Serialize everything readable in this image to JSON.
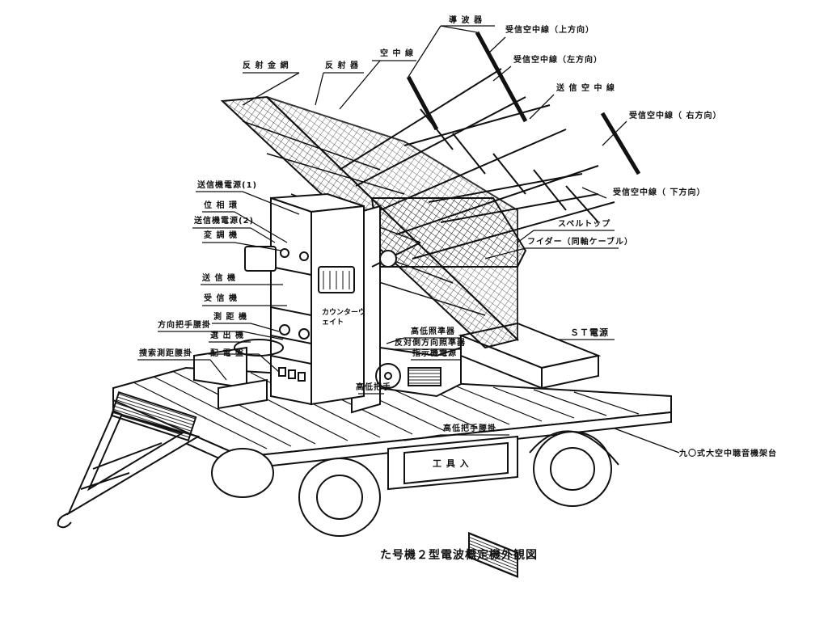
{
  "figure": {
    "title": "た号機２型電波標定機外観図"
  },
  "labels": {
    "director": "導 波 器",
    "rx_up": "受信空中線（上方向）",
    "rx_left": "受信空中線（左方向）",
    "tx_antenna": "送 信 空 中 線",
    "rx_right": "受信空中線（ 右方向）",
    "rx_down": "受信空中線（ 下方向）",
    "reflector_mesh": "反 射 金 網",
    "reflector": "反 射 器",
    "antenna": "空 中 線",
    "tx_power1": "送信機電源(1)",
    "phase_adjuster": "位 相 環",
    "tx_power2": "送信機電源(2)",
    "modulator": "変 調 機",
    "transmitter": "送 信 機",
    "receiver": "受 信 機",
    "direction_handle_seat": "方向把手腰掛",
    "rangefinder": "測 距 機",
    "selector": "選 出 機",
    "search_range_seat": "捜索測距腰掛",
    "distribution_board": "配 電 盤",
    "counterweight": "カウンターウェイト",
    "elevation_sight": "高低照準器",
    "opposite_sight": "反対側方向照準器",
    "indicator_power": "指示機電源",
    "elevation_handle": "高低把手",
    "sperrtopf": "スペルトップ",
    "feeder": "フイダー（同軸ケーブル）",
    "st_power": "ＳＴ電源",
    "elevation_handle_seat": "高低把手腰掛",
    "tool_box": "工 具 入",
    "trailer": "九〇式大空中聴音機架台"
  }
}
